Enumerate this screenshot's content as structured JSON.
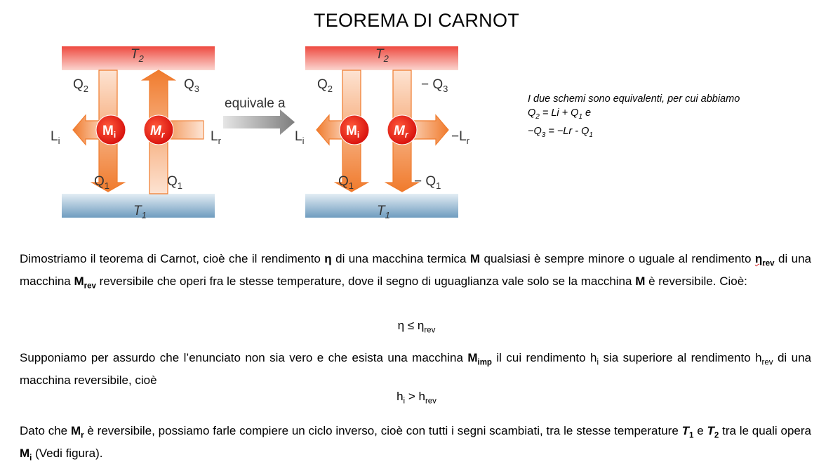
{
  "title": "TEOREMA DI CARNOT",
  "diagram": {
    "hot_reservoir": {
      "main": "T",
      "sub": "2"
    },
    "cold_reservoir": {
      "main": "T",
      "sub": "1"
    },
    "equivale": "equivale a",
    "left": {
      "q2": {
        "main": "Q",
        "sub": "2"
      },
      "q3": {
        "main": "Q",
        "sub": "3"
      },
      "q1_left": {
        "main": "Q",
        "sub": "1"
      },
      "q1_right": {
        "main": "Q",
        "sub": "1"
      },
      "li": {
        "main": "L",
        "sub": "i"
      },
      "lr": {
        "main": "L",
        "sub": "r"
      },
      "mi": {
        "main": "M",
        "sub": "i"
      },
      "mr": {
        "main": "M",
        "sub": "r"
      }
    },
    "right": {
      "q2": {
        "main": "Q",
        "sub": "2"
      },
      "q3": {
        "main": "− Q",
        "sub": "3"
      },
      "q1_left": {
        "main": "Q",
        "sub": "1"
      },
      "q1_right": {
        "main": "− Q",
        "sub": "1"
      },
      "li": {
        "main": "L",
        "sub": "i"
      },
      "lr": {
        "main": "−L",
        "sub": "r"
      },
      "mi": {
        "main": "M",
        "sub": "i"
      },
      "mr": {
        "main": "M",
        "sub": "r"
      }
    },
    "colors": {
      "hot": "#ef5a4e",
      "cold": "#7fa8c6",
      "arrow": "#f07b2d",
      "arrow_light": "#fbd7bf",
      "machine": "#e8201c",
      "equivale_arrow": "#8c8c8c"
    }
  },
  "note": {
    "line1": "I due schemi sono equivalenti, per cui abbiamo",
    "line2": {
      "a": "Q",
      "a_sub": "2",
      "b": " = Li + Q",
      "b_sub": "1",
      "c": " e"
    },
    "line3": {
      "a": "−Q",
      "a_sub": "3",
      "b": " = −Lr - Q",
      "b_sub": "1"
    }
  },
  "para1": {
    "t1": "Dimostriamo il teorema di Carnot, cioè che il rendimento ",
    "eta": "η",
    "t2": " di una macchina termica ",
    "M": "M",
    "t3": " qualsiasi è sempre minore o uguale al rendimento ",
    "eta_rev": "η",
    "eta_rev_sub": "rev",
    "t4": " di una macchina ",
    "M_rev": "M",
    "M_rev_sub": "rev",
    "t5": " reversibile che operi fra le stesse temperature, dove il segno di uguaglianza vale solo se la macchina ",
    "M2": "M",
    "t6": " è reversibile. Cioè:"
  },
  "eq1": {
    "a": "η ≤ η",
    "sub": "rev"
  },
  "para2": {
    "t1": "Supponiamo per assurdo che l’enunciato non sia vero e che esista una macchina ",
    "M_imp": "M",
    "M_imp_sub": "imp",
    "t2": " il cui rendimento h",
    "h_i_sub": "i",
    "t3": " sia superiore al rendimento h",
    "h_rev_sub": "rev",
    "t4": " di una macchina reversibile, cioè"
  },
  "eq2": {
    "a": "h",
    "a_sub": "i",
    "b": " > h",
    "b_sub": "rev"
  },
  "para3": {
    "t1": "Dato che ",
    "Mr": "M",
    "Mr_sub": "r",
    "t2": " è reversibile, possiamo farle compiere un ciclo inverso, cioè con tutti i segni scambiati, tra le stesse temperature ",
    "T1": "T",
    "T1_sub": "1",
    "t3": " e ",
    "T2": "T",
    "T2_sub": "2",
    "t4": " tra le quali opera ",
    "Mi": "M",
    "Mi_sub": "i",
    "t5": " (Vedi figura)."
  }
}
